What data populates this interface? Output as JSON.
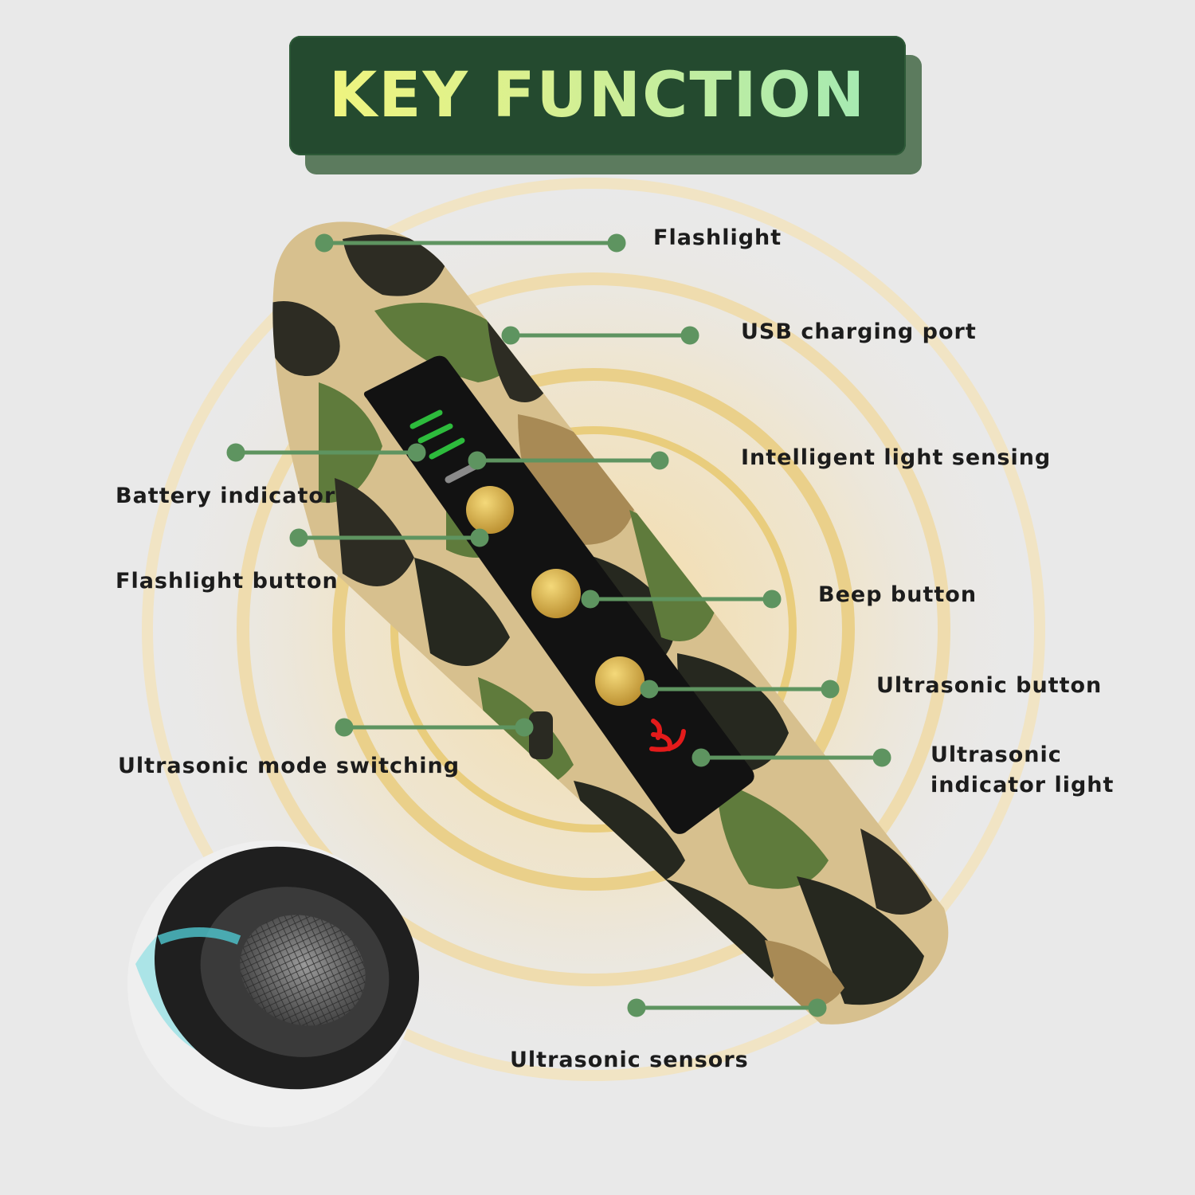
{
  "header": {
    "title": "KEY FUNCTION"
  },
  "labels": {
    "flashlight": "Flashlight",
    "usb_port": "USB charging port",
    "light_sensing": "Intelligent light sensing",
    "battery": "Battery indicator",
    "flashlight_button": "Flashlight button",
    "beep_button": "Beep button",
    "ultrasonic_button": "Ultrasonic button",
    "ultrasonic_mode": "Ultrasonic mode switching",
    "ultrasonic_indicator_line1": "Ultrasonic",
    "ultrasonic_indicator_line2": "indicator light",
    "ultrasonic_sensors": "Ultrasonic sensors"
  },
  "colors": {
    "background": "#e9e9e9",
    "banner": "#244a2f",
    "banner_shadow": "#5c7b5e",
    "callout_line": "#5e9460",
    "camo_tan": "#d7c08e",
    "camo_green": "#5f7b3c",
    "camo_dark": "#26281f",
    "camo_brown": "#a88a55",
    "battery_led": "#2dbb3c",
    "ultrasonic_led": "#e41b1b",
    "button_gold": "#d9b24e"
  }
}
